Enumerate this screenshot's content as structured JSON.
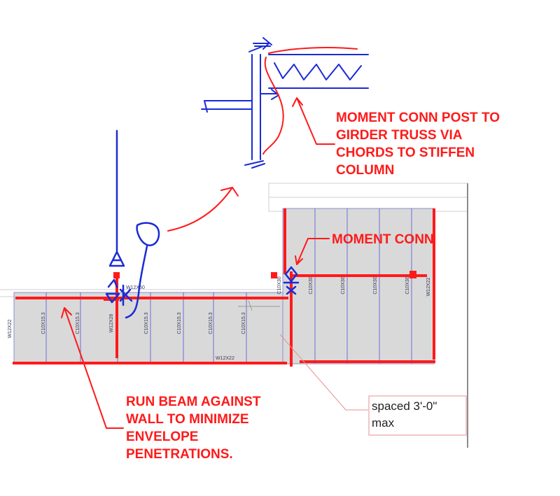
{
  "colors": {
    "red": "#ff1a1a",
    "blue": "#1a2bd6",
    "panel_fill": "#d9d9d9",
    "member_line": "#6a70d8",
    "frame_gray": "#666666"
  },
  "annotations": {
    "moment_post": [
      "MOMENT CONN POST TO",
      "GIRDER TRUSS VIA",
      "CHORDS TO STIFFEN",
      "COLUMN"
    ],
    "moment_conn": "MOMENT CONN",
    "run_beam": [
      "RUN BEAM AGAINST",
      "WALL TO MINIMIZE",
      "ENVELOPE",
      "PENETRATIONS."
    ],
    "spacing_note": [
      "spaced 3'-0\"",
      "max"
    ]
  },
  "member_labels": {
    "left_joists": [
      "C10X15.3",
      "C10X15.3",
      "C10X15.3",
      "C10X15.3",
      "C10X15.3",
      "C10X15.3"
    ],
    "left_post": "W12X26",
    "left_top": "W12X50",
    "left_wall": "W12X22",
    "bottom_beam": "W12X22",
    "right_joists": [
      "C10X30",
      "C10X30",
      "C10X30",
      "C10X30",
      "C10X30"
    ],
    "right_girder": "W12X22"
  }
}
